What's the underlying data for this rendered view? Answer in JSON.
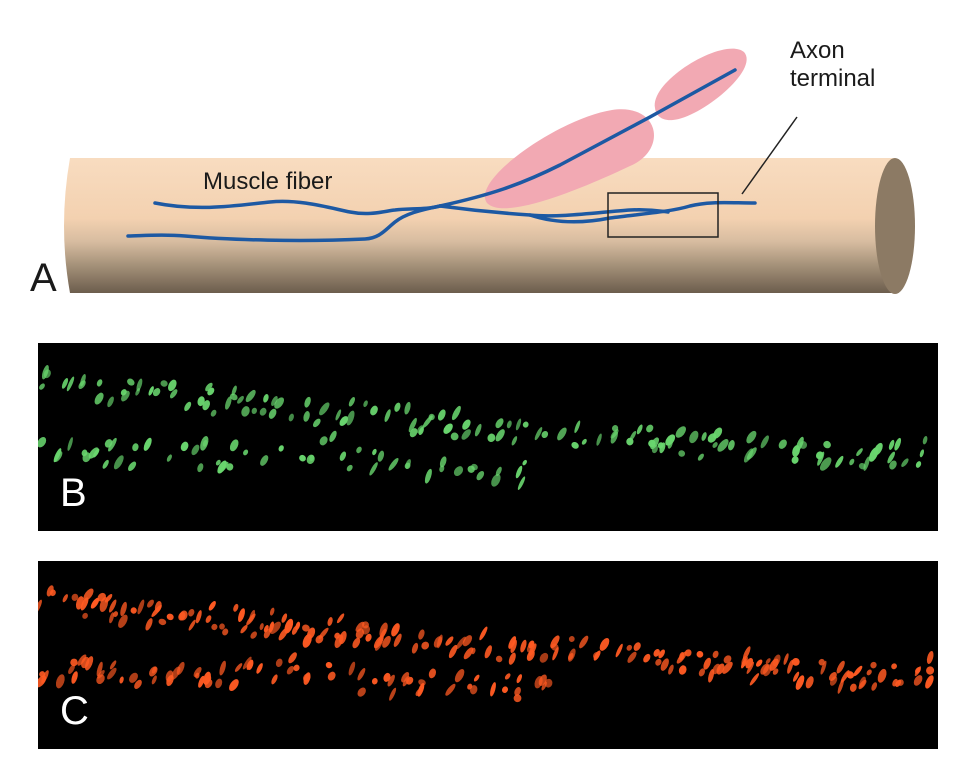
{
  "panels": {
    "a": {
      "letter": "A",
      "muscle_label": "Muscle fiber",
      "axon_label_line1": "Axon",
      "axon_label_line2": "terminal",
      "fiber_color": "#f6d7b8",
      "fiber_shadow_color": "#7a6a58",
      "fiber_end_color": "#8c7a64",
      "axon_color": "#1d59a3",
      "sheath_color": "#f2a9b3"
    },
    "b": {
      "letter": "B",
      "dot_color": "#69d66e",
      "background": "#000000"
    },
    "c": {
      "letter": "C",
      "dot_color": "#ff5a22",
      "background": "#000000"
    }
  }
}
